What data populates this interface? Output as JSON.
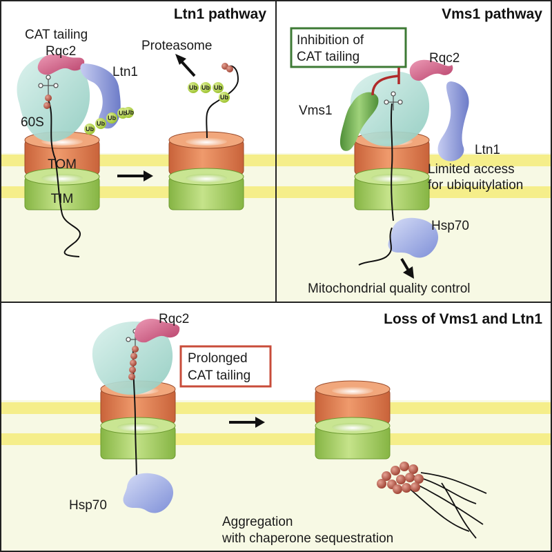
{
  "panels": {
    "ltn1": {
      "title": "Ltn1 pathway",
      "labels": {
        "cat_tailing": "CAT tailing",
        "rqc2": "Rqc2",
        "ltn1": "Ltn1",
        "ribosome": "60S",
        "proteasome": "Proteasome",
        "tom": "TOM",
        "tim": "TIM"
      },
      "ubiquitin": [
        "Ub",
        "Ub",
        "Ub",
        "Ub",
        "Ub"
      ],
      "ubiquitin_released": [
        "Ub",
        "Ub",
        "Ub",
        "Ub"
      ]
    },
    "vms1": {
      "title": "Vms1 pathway",
      "inhibition_box": [
        "Inhibition of",
        "CAT tailing"
      ],
      "labels": {
        "vms1": "Vms1",
        "rqc2": "Rqc2",
        "ltn1": "Ltn1",
        "limited_access": [
          "Limited access",
          "for ubiquitylation"
        ],
        "hsp70": "Hsp70",
        "quality_control": "Mitochondrial quality control"
      }
    },
    "loss": {
      "title": "Loss of Vms1 and Ltn1",
      "prolonged_box": [
        "Prolonged",
        "CAT tailing"
      ],
      "labels": {
        "rqc2": "Rqc2",
        "hsp70": "Hsp70",
        "aggregation": [
          "Aggregation",
          "with chaperone sequestration"
        ]
      }
    }
  },
  "colors": {
    "membrane": "#f5ee8a",
    "panel_bg": "#f7f9e4",
    "ribosome": "#bfe3dc",
    "tom": "#e07e50",
    "tim": "#a6cf62",
    "rqc2": "#d35a80",
    "ltn1": "#8b97d8",
    "vms1": "#6aaa4d",
    "hsp70": "#9aa8e2",
    "ubiquitin": "#b8d84a",
    "cat_bead": "#b85a48",
    "inhibition_border": "#3d7a34",
    "prolonged_border": "#c84c3a",
    "inhibition_arrow": "#b02a2a"
  }
}
